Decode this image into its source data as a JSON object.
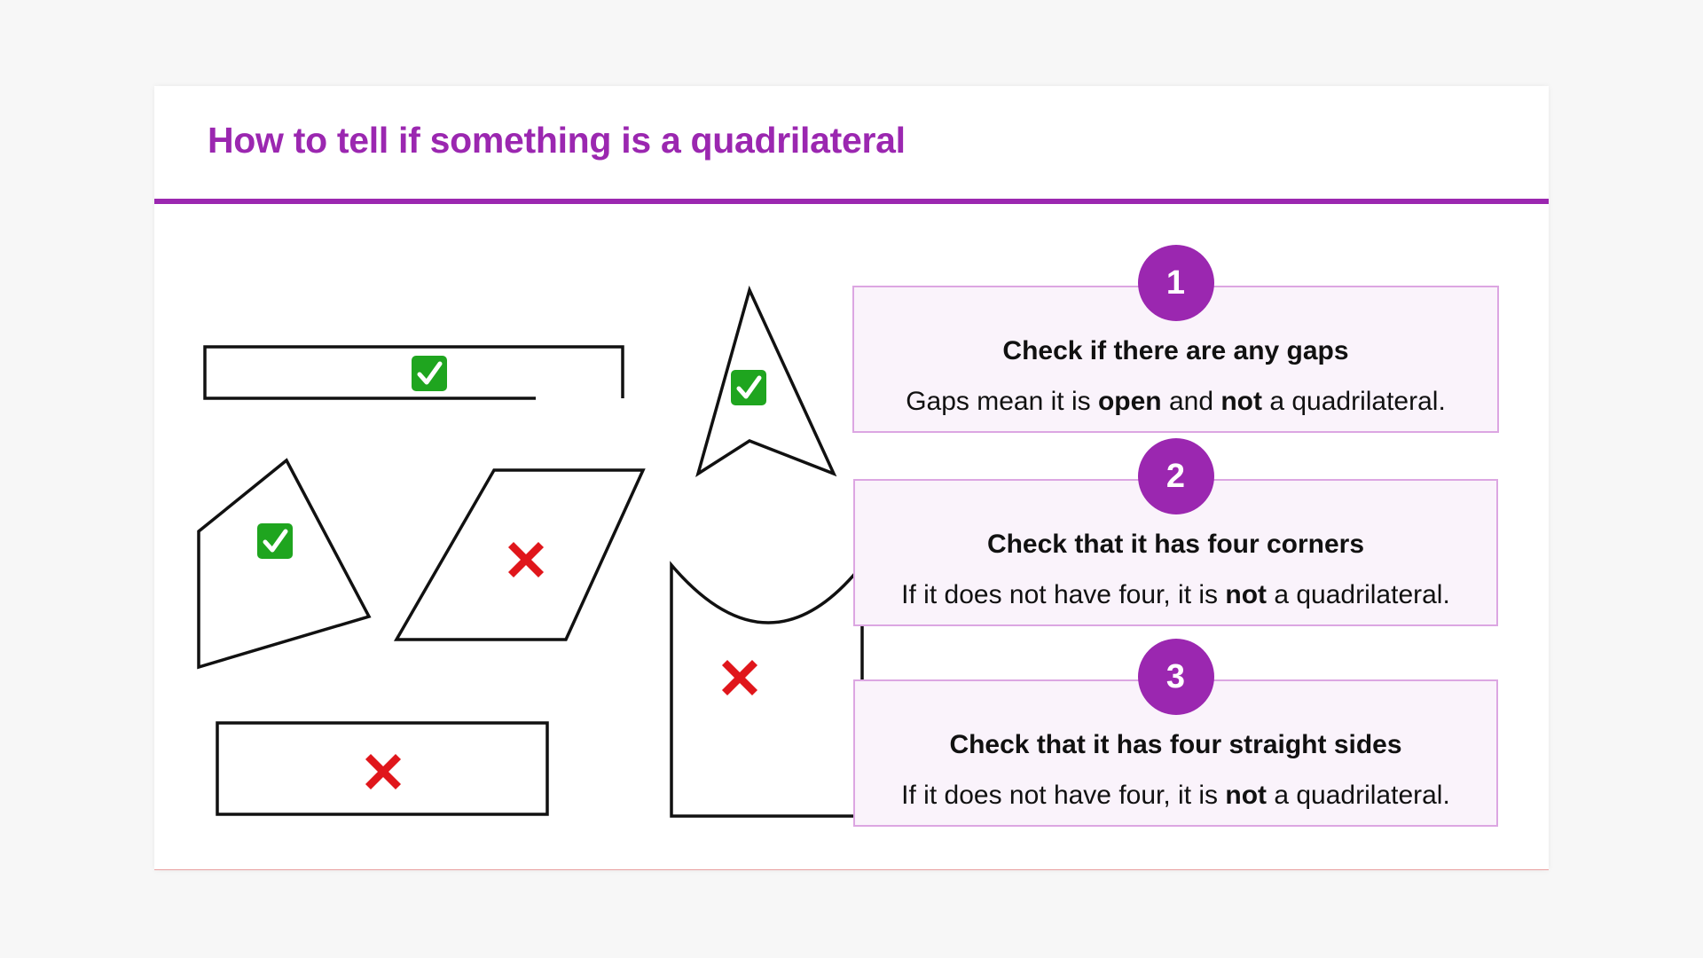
{
  "slide": {
    "title": "How to tell if something is a quadrilateral",
    "accent_color": "#9b27b0",
    "box_fill": "#faf3fb",
    "box_border": "#dca6e2"
  },
  "shapes": [
    {
      "name": "long-rectangle",
      "mark": "check-mark-icon"
    },
    {
      "name": "arrowhead",
      "mark": "check-mark-icon"
    },
    {
      "name": "irregular-quadrilateral",
      "mark": "check-mark-icon"
    },
    {
      "name": "parallelogram",
      "mark": "cross-mark-icon"
    },
    {
      "name": "curved-top-shape",
      "mark": "cross-mark-icon"
    },
    {
      "name": "bottom-rectangle",
      "mark": "cross-mark-icon"
    }
  ],
  "steps": [
    {
      "number": "1",
      "heading": "Check if there are any gaps",
      "body": {
        "t1": "Gaps mean it is ",
        "b1": "open",
        "t2": " and ",
        "b2": "not",
        "t3": " a quadrilateral."
      }
    },
    {
      "number": "2",
      "heading": "Check that it has four corners",
      "body": {
        "t1": "If it does not have four, it is ",
        "b1": "not",
        "t2": " a quadrilateral."
      }
    },
    {
      "number": "3",
      "heading": "Check that it has four straight sides",
      "body": {
        "t1": "If it does not have four, it is ",
        "b1": "not",
        "t2": " a quadrilateral."
      }
    }
  ]
}
